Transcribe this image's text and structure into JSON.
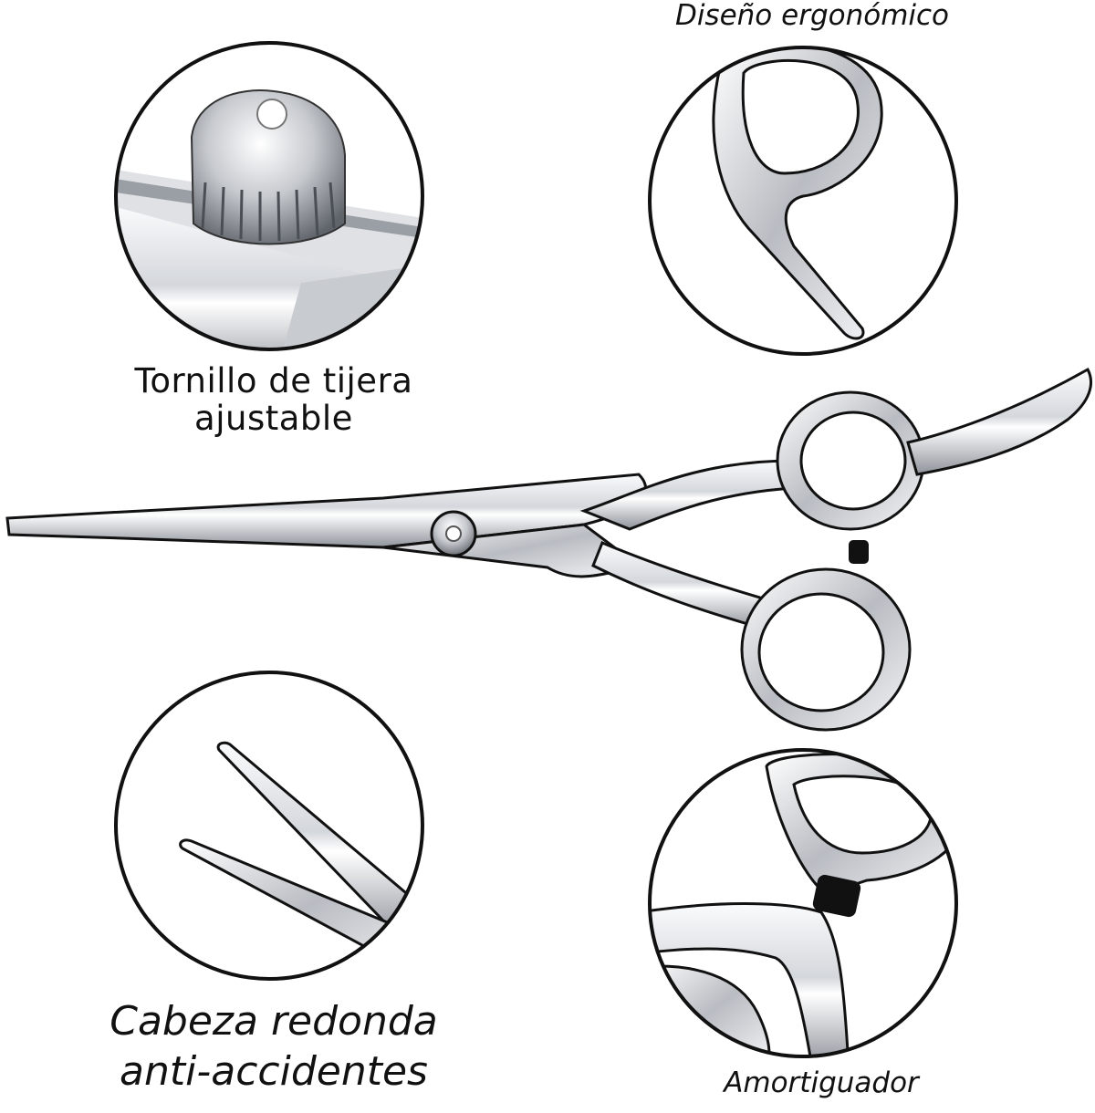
{
  "features": {
    "screw": {
      "line1": "Tornillo de tijera",
      "line2": "ajustable"
    },
    "ergonomic": {
      "text": "Diseño ergonómico"
    },
    "round_tip": {
      "line1": "Cabeza redonda",
      "line2": "anti-accidentes"
    },
    "dampener": {
      "text": "Amortiguador"
    }
  },
  "colors": {
    "outline": "#111111",
    "steel_light": "#f2f3f5",
    "steel_mid": "#c9ccd1",
    "steel_dark": "#6f737a",
    "rubber": "#111111",
    "background": "#ffffff"
  },
  "icons": [
    "scissors-illustration",
    "screw-closeup",
    "handle-closeup",
    "blade-tip-closeup",
    "dampener-closeup"
  ]
}
